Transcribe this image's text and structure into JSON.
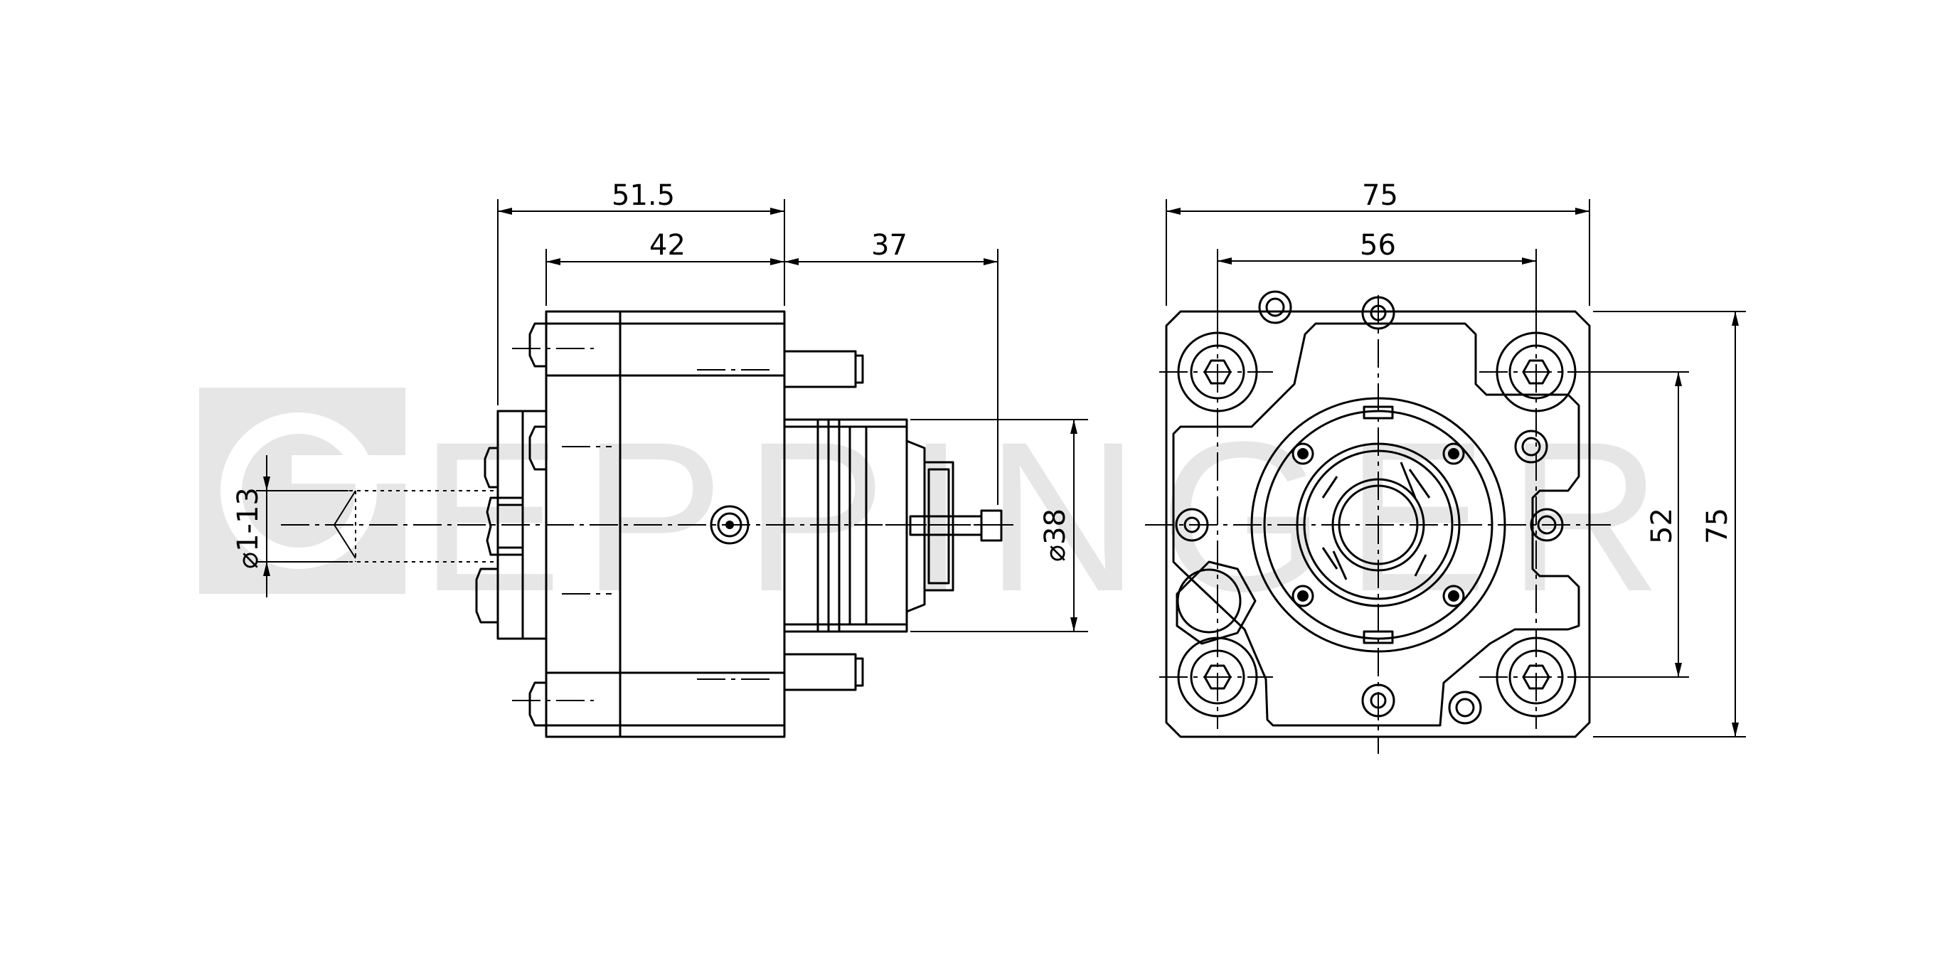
{
  "watermark": {
    "text": "EPPINGER"
  },
  "side_view": {
    "dims": {
      "total_length": "51.5",
      "body_length": "42",
      "spindle_length": "37",
      "spindle_diameter": "⌀38",
      "collet_range": "⌀1-13"
    }
  },
  "front_view": {
    "dims": {
      "width_total": "75",
      "bolt_spacing_horizontal": "56",
      "bolt_spacing_vertical": "52",
      "height_total": "75"
    }
  }
}
